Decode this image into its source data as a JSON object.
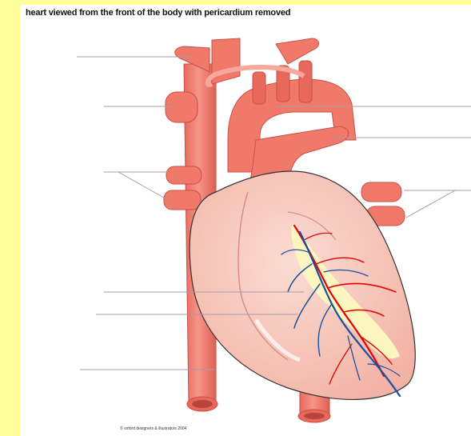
{
  "title": "heart viewed from the front of the body with pericardium removed",
  "copyright": "© oxford designers & illustrators 2004",
  "colors": {
    "border": "#ffff99",
    "vessel": "#f0796a",
    "vessel_dark": "#d9534a",
    "heart": "#f8c8bd",
    "heart_outline": "#333333",
    "fat": "#fdf6c0",
    "artery": "#e60000",
    "vein": "#1a4fa0",
    "label_line": "#a89aa6"
  },
  "labels": [
    {
      "name": "label-line-1",
      "text": ""
    },
    {
      "name": "label-line-2",
      "text": ""
    },
    {
      "name": "label-line-3",
      "text": ""
    },
    {
      "name": "label-line-4",
      "text": ""
    },
    {
      "name": "label-line-5",
      "text": ""
    },
    {
      "name": "label-line-6",
      "text": ""
    },
    {
      "name": "label-line-7",
      "text": ""
    },
    {
      "name": "label-line-8",
      "text": ""
    },
    {
      "name": "label-line-9",
      "text": ""
    }
  ]
}
